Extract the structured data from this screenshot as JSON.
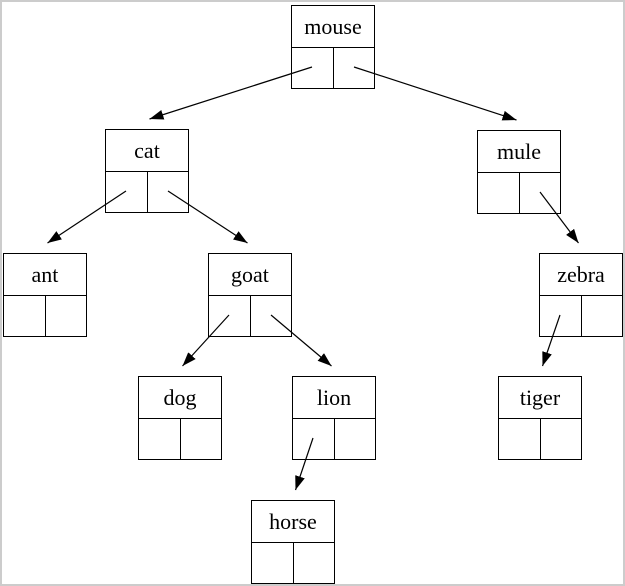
{
  "diagram": {
    "type": "binary-tree",
    "background_color": "#ffffff",
    "line_color": "#000000",
    "text_color": "#000000",
    "border_color": "#cccccc",
    "nodes": [
      {
        "label": "mouse",
        "left": "cat",
        "right": "mule"
      },
      {
        "label": "cat",
        "left": "ant",
        "right": "goat"
      },
      {
        "label": "mule",
        "left": null,
        "right": "zebra"
      },
      {
        "label": "ant",
        "left": null,
        "right": null
      },
      {
        "label": "goat",
        "left": "dog",
        "right": "lion"
      },
      {
        "label": "zebra",
        "left": "tiger",
        "right": null
      },
      {
        "label": "dog",
        "left": null,
        "right": null
      },
      {
        "label": "lion",
        "left": "horse",
        "right": null
      },
      {
        "label": "tiger",
        "left": null,
        "right": null
      },
      {
        "label": "horse",
        "left": null,
        "right": null
      }
    ]
  }
}
